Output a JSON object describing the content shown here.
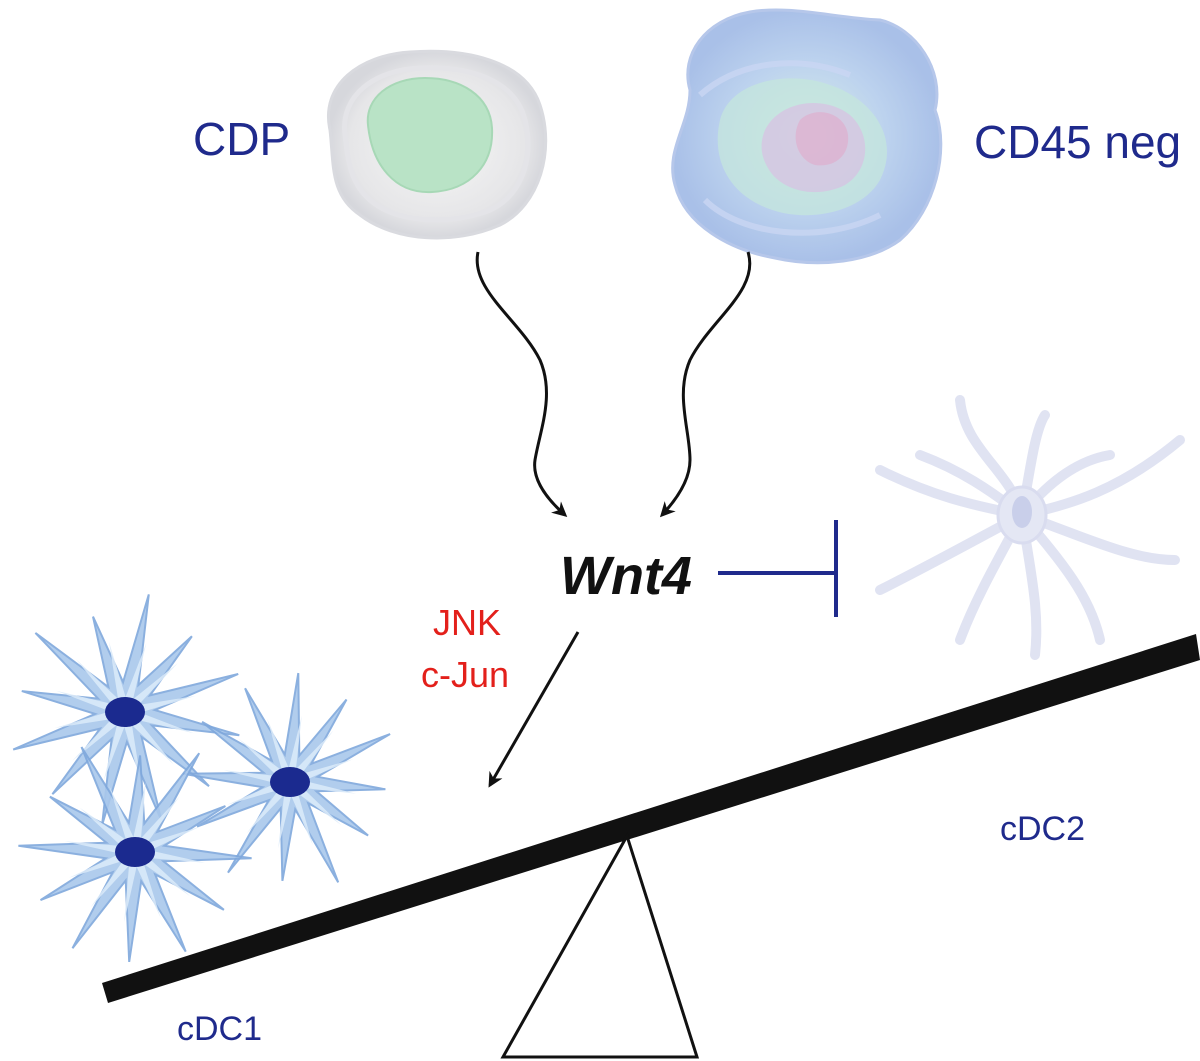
{
  "labels": {
    "source_cdp": "CDP",
    "source_cd45": "CD45 neg",
    "hub": "Wnt4",
    "pathway_line1": "JNK",
    "pathway_line2": "c-Jun",
    "left_outcome": "cDC1",
    "right_outcome": "cDC2"
  },
  "colors": {
    "label_blue": "#1f2a8c",
    "pathway_red": "#e3201b",
    "inhibition_blue": "#1f2a8c",
    "arrow_black": "#111111",
    "cdp_nucleus": "#b9e3c6",
    "cdc1_nucleus": "#1b2a8f",
    "cdc1_body": "#a9c8ec",
    "cdc2_body": "#dfe2f2"
  },
  "icons": {
    "cdp": "cdp-progenitor-cell-icon",
    "cd45neg": "cd45-negative-stromal-cell-icon",
    "cdc1": "cdc1-dendritic-cell-cluster-icon",
    "cdc2": "cdc2-dendritic-cell-icon"
  }
}
